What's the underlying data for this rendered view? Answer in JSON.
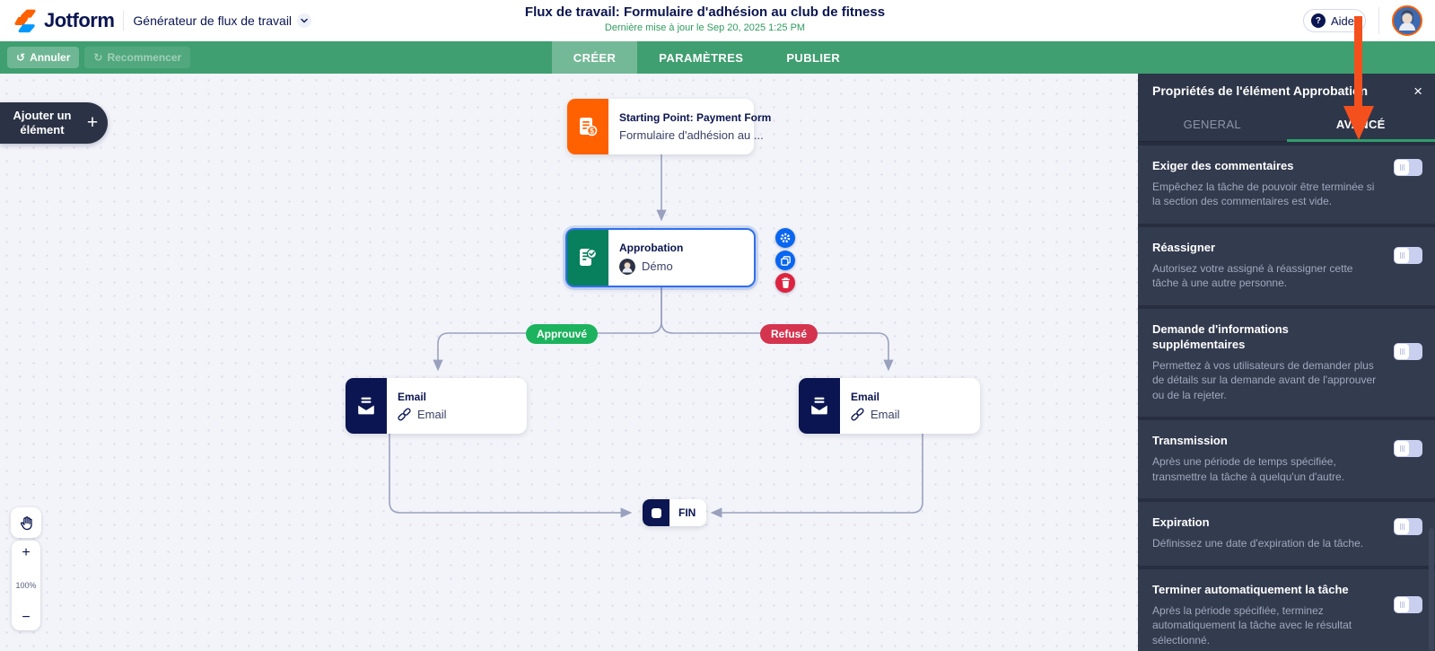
{
  "header": {
    "logo_text": "Jotform",
    "app_name": "Générateur de flux de travail",
    "title": "Flux de travail: Formulaire d'adhésion au club de fitness",
    "last_updated": "Dernière mise à jour le Sep 20, 2025 1:25 PM",
    "help_label": "Aide"
  },
  "toolbar": {
    "undo_label": "Annuler",
    "redo_label": "Recommencer",
    "tabs": [
      {
        "label": "CRÉER",
        "active": true
      },
      {
        "label": "PARAMÈTRES",
        "active": false
      },
      {
        "label": "PUBLIER",
        "active": false
      }
    ]
  },
  "canvas": {
    "add_element_label": "Ajouter un élément",
    "zoom_level": "100%",
    "nodes": {
      "start": {
        "title": "Starting Point: Payment Form",
        "subtitle": "Formulaire d'adhésion au ..."
      },
      "approval": {
        "title": "Approbation",
        "assignee": "Démo"
      },
      "email_left": {
        "title": "Email",
        "link_label": "Email"
      },
      "email_right": {
        "title": "Email",
        "link_label": "Email"
      },
      "end": {
        "label": "FIN"
      }
    },
    "branches": {
      "approved": "Approuvé",
      "rejected": "Refusé"
    }
  },
  "panel": {
    "title": "Propriétés de l'élément Approbation",
    "tabs": [
      {
        "label": "GENERAL",
        "active": false
      },
      {
        "label": "AVANCÉ",
        "active": true
      }
    ],
    "settings": [
      {
        "title": "Exiger des commentaires",
        "description": "Empêchez la tâche de pouvoir être terminée si la section des commentaires est vide.",
        "enabled": false
      },
      {
        "title": "Réassigner",
        "description": "Autorisez votre assigné à réassigner cette tâche à une autre personne.",
        "enabled": false
      },
      {
        "title": "Demande d'informations supplémentaires",
        "description": "Permettez à vos utilisateurs de demander plus de détails sur la demande avant de l'approuver ou de la rejeter.",
        "enabled": false
      },
      {
        "title": "Transmission",
        "description": "Après une période de temps spécifiée, transmettre la tâche à quelqu'un d'autre.",
        "enabled": false
      },
      {
        "title": "Expiration",
        "description": "Définissez une date d'expiration de la tâche.",
        "enabled": false
      },
      {
        "title": "Terminer automatiquement la tâche",
        "description": "Après la période spécifiée, terminez automatiquement la tâche avec le résultat sélectionné.",
        "enabled": false
      }
    ]
  },
  "icons": {
    "close": "×",
    "plus": "+",
    "minus": "−",
    "undo": "↺",
    "redo": "↻",
    "question": "?",
    "dollar": "$"
  },
  "colors": {
    "brand_navy": "#0a1551",
    "brand_orange": "#ff6100",
    "toolbar_green": "#3f9f70",
    "subtitle_green": "#2d9c5e",
    "approval_green": "#08805e",
    "action_blue": "#0a66f0",
    "danger_red": "#dc2440",
    "approved_pill": "#1db35e",
    "rejected_pill": "#d5344f",
    "selection_blue": "#2f6fed",
    "panel_bg": "#272e3f",
    "panel_section_bg": "#333b4f",
    "toggle_track": "#c9cfee",
    "connector_gray": "#9aa1bf",
    "tutorial_arrow_orange": "#f4501e"
  }
}
